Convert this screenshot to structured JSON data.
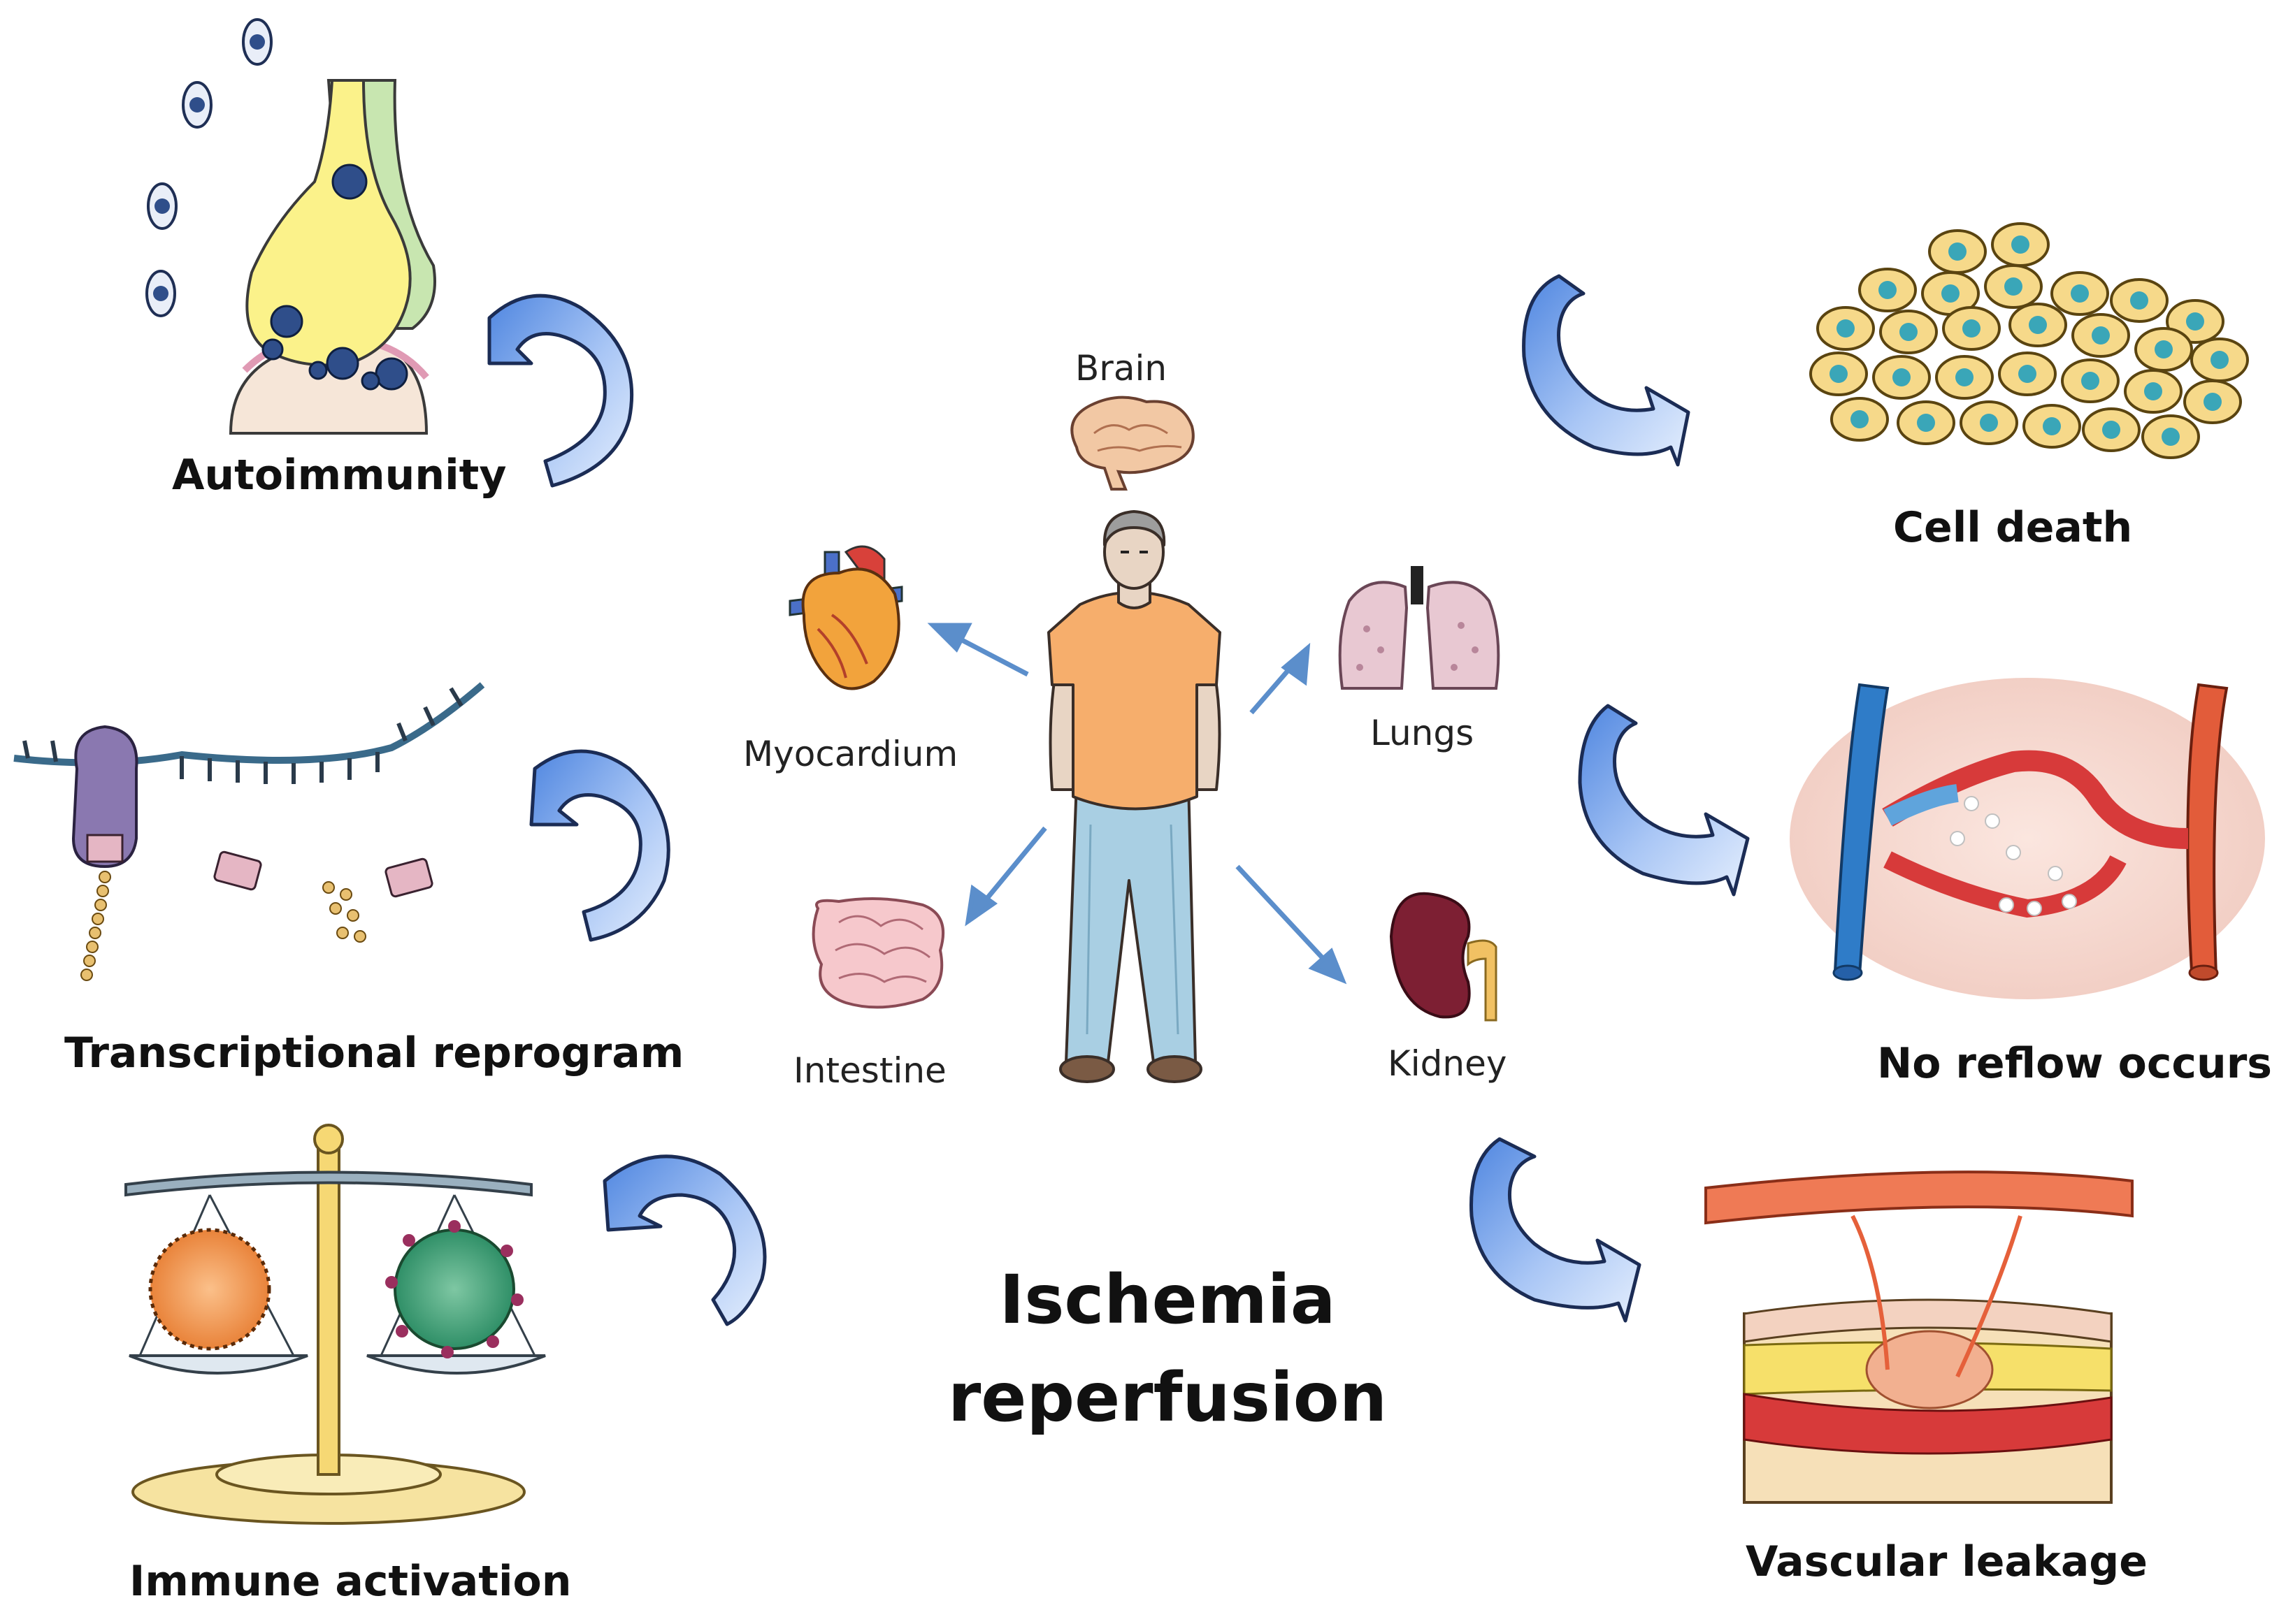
{
  "title": {
    "line1": "Ischemia",
    "line2": "reperfusion"
  },
  "organs": {
    "brain": "Brain",
    "myocardium": "Myocardium",
    "lungs": "Lungs",
    "intestine": "Intestine",
    "kidney": "Kidney"
  },
  "outcomes": {
    "autoimmunity": "Autoimmunity",
    "transcriptional": "Transcriptional reprogram",
    "immune": "Immune activation",
    "cell_death": "Cell death",
    "no_reflow": "No reflow occurs",
    "vascular": "Vascular leakage"
  },
  "colors": {
    "arrow_fill": "#6a9be8",
    "arrow_light": "#cfe0fb",
    "skin": "#e8d5c4",
    "shirt": "#f6ae6c",
    "jeans": "#a9cfe3",
    "pointer": "#5b8ecb"
  }
}
